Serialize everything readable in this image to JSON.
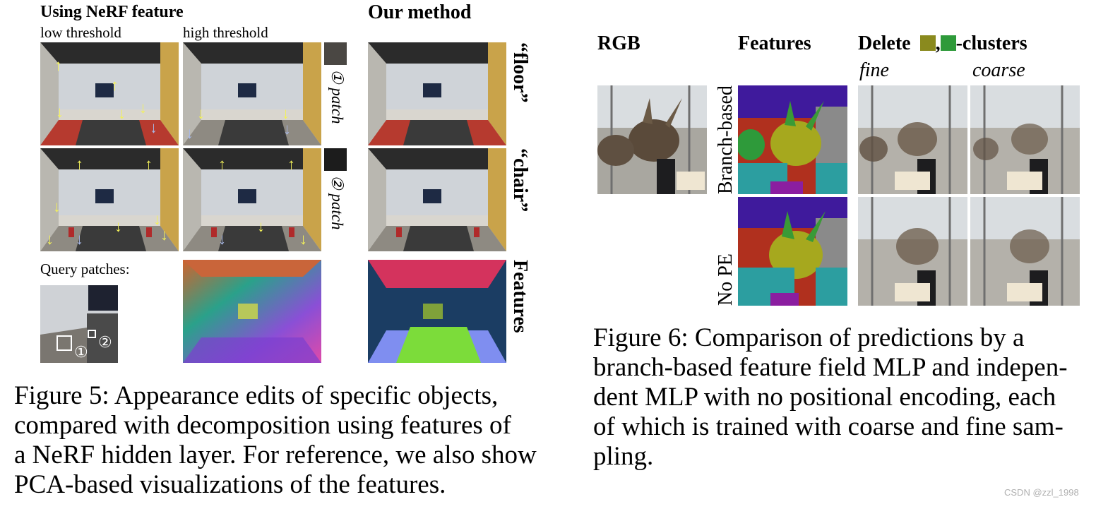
{
  "fig5": {
    "title_left": "Using NeRF feature",
    "title_right": "Our method",
    "col_low": "low threshold",
    "col_high": "high threshold",
    "patch1_label": "① patch",
    "patch2_label": "② patch",
    "row_floor": "“floor”",
    "row_chair": "“chair”",
    "row_features": "Features",
    "query_label": "Query patches:",
    "query_mark1": "①",
    "query_mark2": "②",
    "caption_lines": [
      "Figure 5:  Appearance edits of specific objects,",
      "compared with decomposition using features of",
      "a NeRF hidden layer. For reference, we also show",
      "PCA-based visualizations of the features."
    ]
  },
  "fig6": {
    "col_rgb": "RGB",
    "col_features": "Features",
    "col_delete_prefix": "Delete",
    "col_delete_sep": ",",
    "col_delete_suffix": "-clusters",
    "swatch_colors": [
      "#8a8a1e",
      "#2e9a3a"
    ],
    "sub_fine": "fine",
    "sub_coarse": "coarse",
    "row_branch": "Branch-based",
    "row_nope": "No PE",
    "caption_lines": [
      "Figure 6:  Comparison of predictions by a",
      "branch-based feature field MLP and indepen-",
      "dent MLP with no positional encoding, each",
      "of which is trained with coarse and fine sam-",
      "pling."
    ]
  },
  "watermark": "CSDN @zzl_1998"
}
